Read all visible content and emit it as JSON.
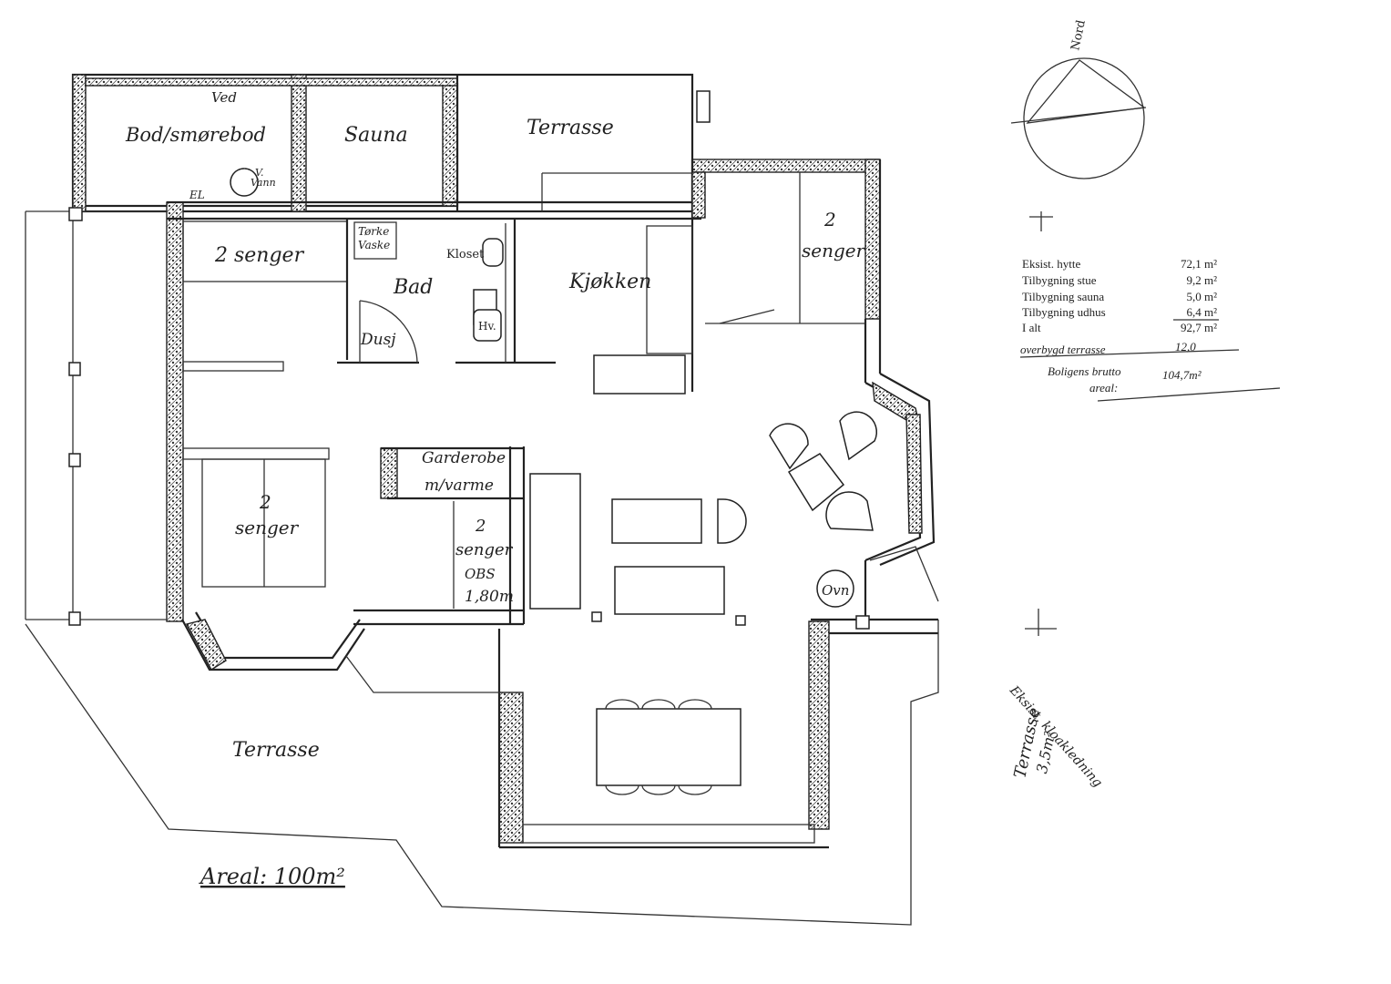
{
  "rooms": {
    "ved": "Ved",
    "bod": "Bod/smørebod",
    "sauna": "Sauna",
    "terrasse_top": "Terrasse",
    "vvann_1": "V.",
    "vvann_2": "Vann",
    "el": "EL",
    "torke": "Tørke",
    "vaske": "Vaske",
    "senger_top": "2 senger",
    "kloset": "Kloset",
    "bad": "Bad",
    "hv": "Hv.",
    "dusj": "Dusj",
    "kjokken": "Kjøkken",
    "right_2": "2",
    "right_senger": "senger",
    "garderobe_1": "Garderobe",
    "garderobe_2": "m/varme",
    "left_2": "2",
    "left_senger": "senger",
    "mid_2": "2",
    "mid_senger": "senger",
    "mid_obs": "OBS",
    "mid_180": "1,80m",
    "ovn": "Ovn",
    "terrasse_bottom": "Terrasse",
    "areal": "Areal: 100m²",
    "terrasse_side": "Terrasse",
    "terrasse_side_area": "3,5m²",
    "kloakk": "Eksist. kloakledning"
  },
  "compass": {
    "label": "Nord"
  },
  "area_table": {
    "rows": [
      {
        "label": "Eksist. hytte",
        "value": "72,1 m²"
      },
      {
        "label": "Tilbygning stue",
        "value": "9,2 m²"
      },
      {
        "label": "Tilbygning sauna",
        "value": "5,0 m²"
      },
      {
        "label": "Tilbygning udhus",
        "value": "6,4 m²"
      },
      {
        "label": "I alt",
        "value": "92,7 m²"
      }
    ],
    "overbygd_label": "overbygd terrasse",
    "overbygd_value": "12,0",
    "bolig_label_1": "Boligens brutto",
    "bolig_label_2": "areal:",
    "bolig_value": "104,7m²"
  }
}
